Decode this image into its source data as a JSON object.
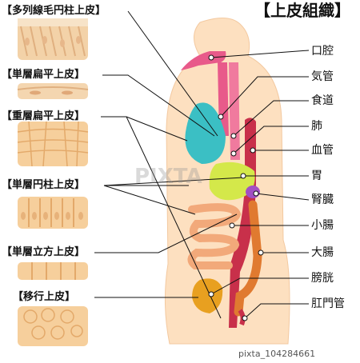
{
  "title": "【上皮組織】",
  "tissues": [
    "【多列線毛円柱上皮】",
    "【単層扁平上皮】",
    "【重層扁平上皮】",
    "【単層円柱上皮】",
    "【単層立方上皮】",
    "【移行上皮】"
  ],
  "organs": [
    "口腔",
    "気管",
    "食道",
    "肺",
    "血管",
    "胃",
    "腎臓",
    "小腸",
    "大腸",
    "膀胱",
    "肛門管"
  ],
  "watermark": "PIXTA",
  "stock_id": "pixta_104284661",
  "colors": {
    "body": "#fde0c0",
    "lung": "#3bbfc4",
    "trachea": "#e85a8a",
    "stomach": "#d4e84a",
    "kidney": "#a24fc4",
    "intestine": "#f2a97a",
    "colon": "#e07a30",
    "vessel": "#c8304a",
    "bladder": "#e8a020"
  }
}
